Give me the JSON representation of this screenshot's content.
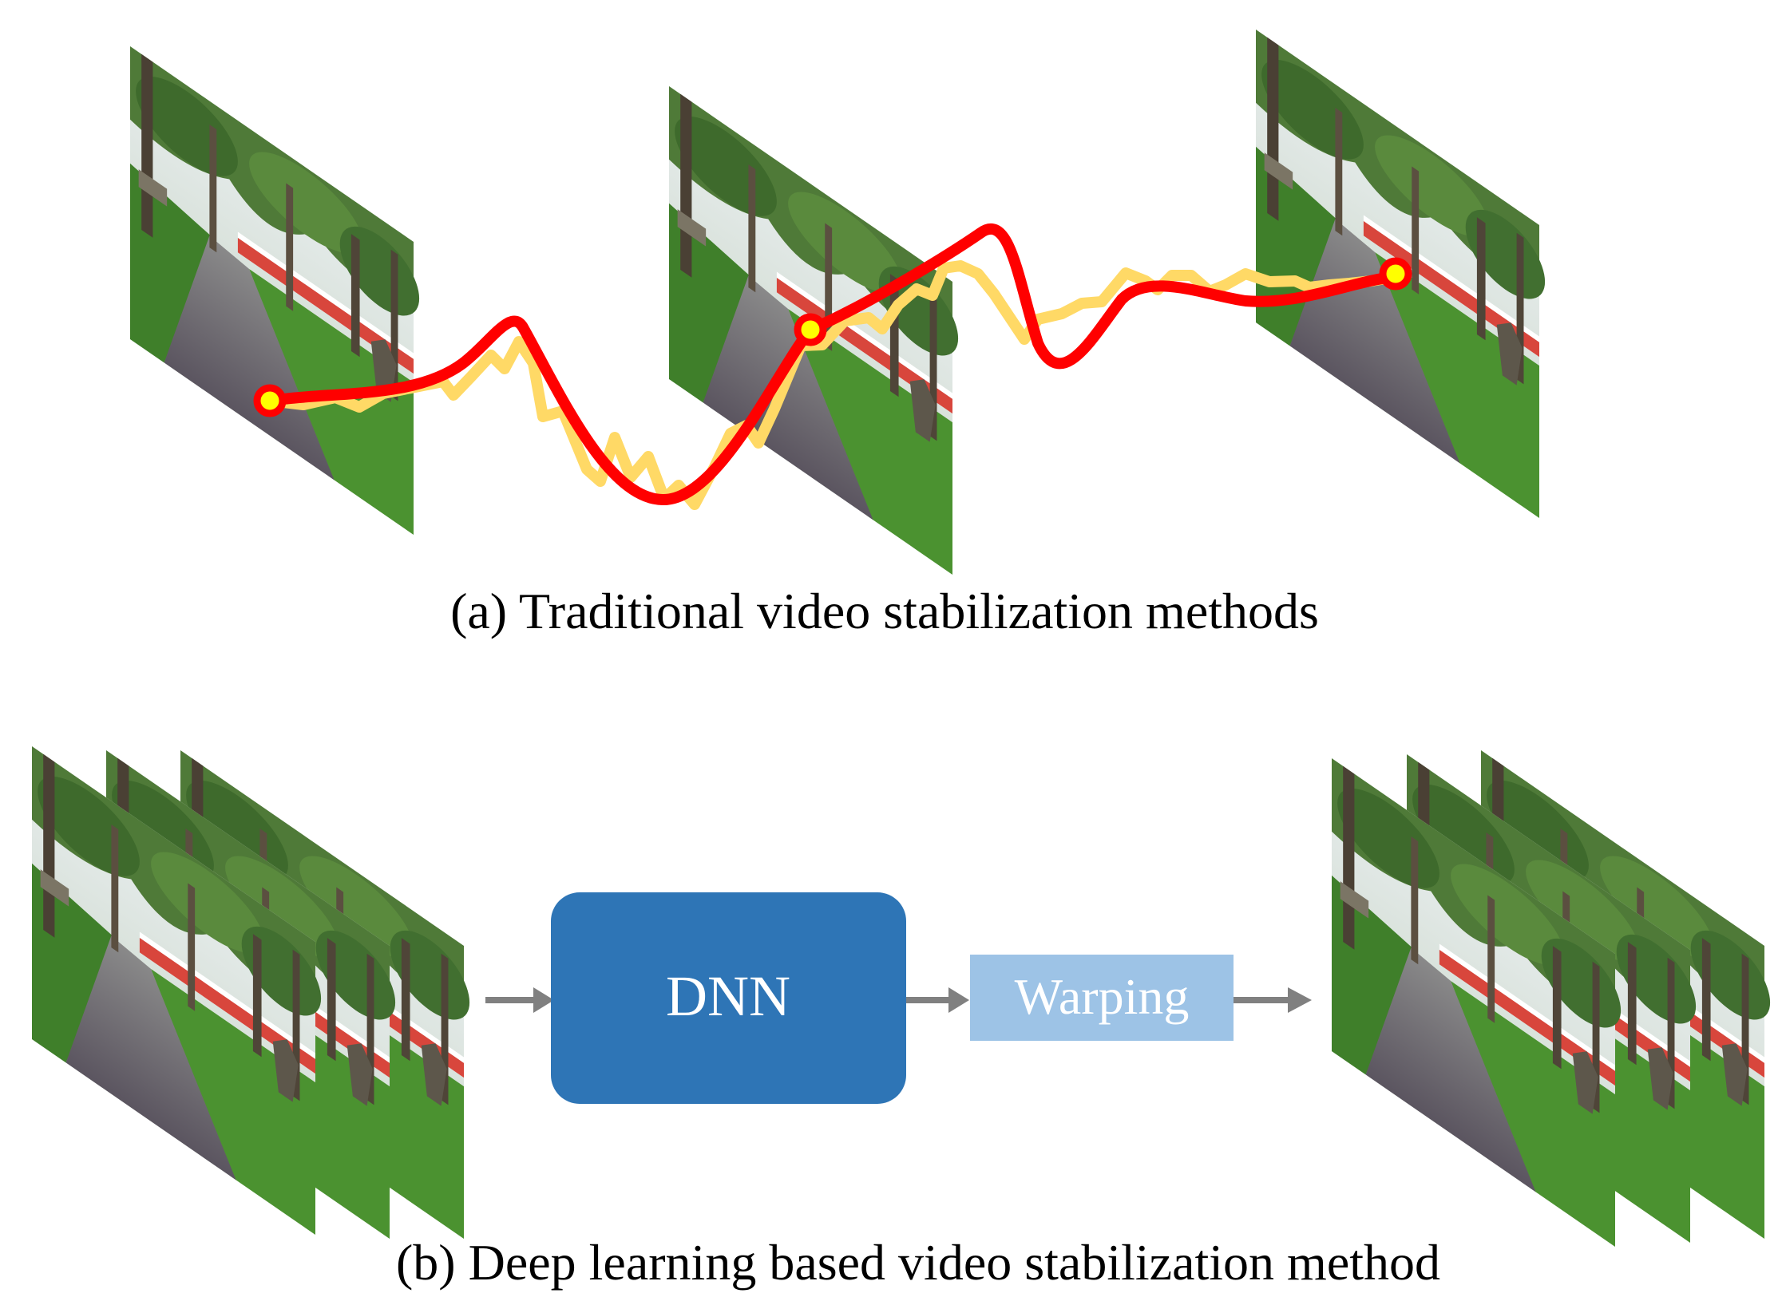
{
  "panel_a": {
    "caption": "(a) Traditional video stabilization methods"
  },
  "panel_b": {
    "caption": "(b) Deep learning based video stabilization method",
    "dnn_label": "DNN",
    "warping_label": "Warping"
  },
  "colors": {
    "shaky_path": "#ffd966",
    "smooth_path": "#ff0000",
    "keypoint_fill": "#ffff00",
    "dnn_box": "#2e75b6",
    "warping_box": "#9dc3e6",
    "arrow": "#808080"
  }
}
